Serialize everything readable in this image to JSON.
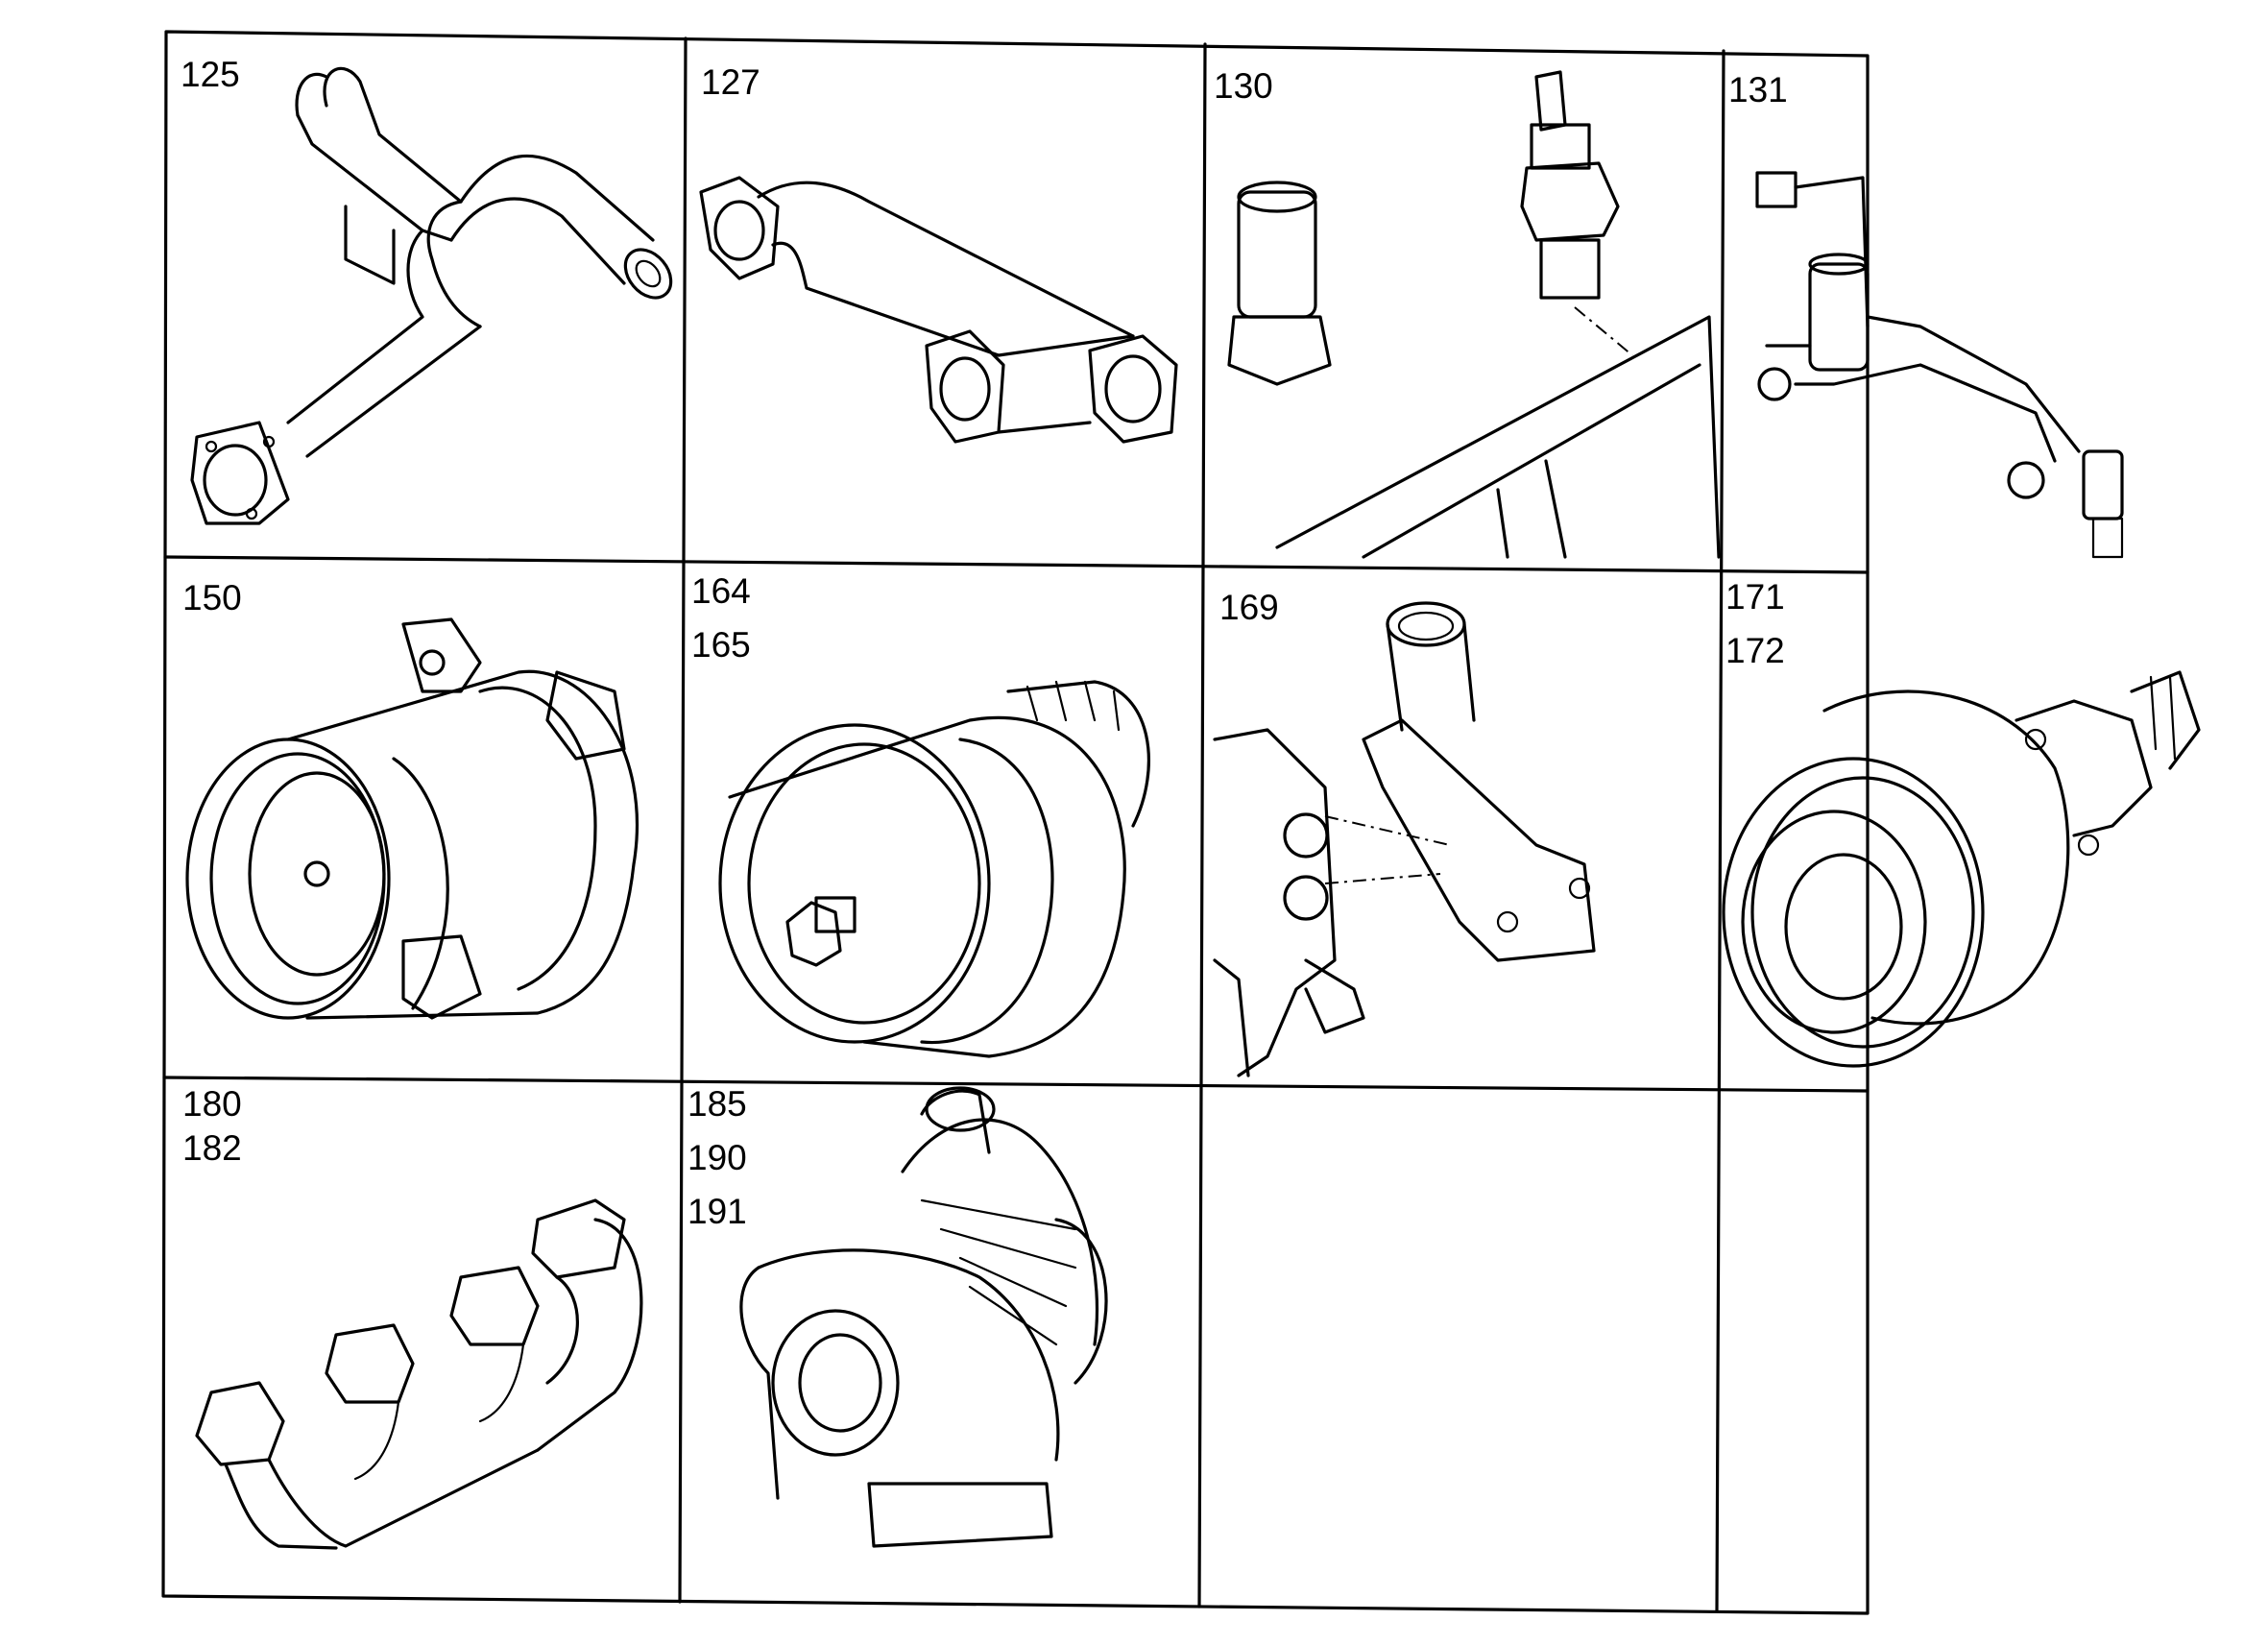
{
  "grid": {
    "cells": [
      {
        "id": "c125",
        "numbers": [
          "125"
        ],
        "part": "exhaust-pipe"
      },
      {
        "id": "c127",
        "numbers": [
          "127"
        ],
        "part": "exhaust-connection-pipe"
      },
      {
        "id": "c130",
        "numbers": [
          "130"
        ],
        "part": "glow-plug-sensor"
      },
      {
        "id": "c131",
        "numbers": [
          "131"
        ],
        "part": "sensor-wiring"
      },
      {
        "id": "c150",
        "numbers": [
          "150"
        ],
        "part": "ac-compressor"
      },
      {
        "id": "c164",
        "numbers": [
          "164",
          "165"
        ],
        "part": "water-pump-pulley"
      },
      {
        "id": "c169",
        "numbers": [
          "169"
        ],
        "part": "thermostat-housing"
      },
      {
        "id": "c171",
        "numbers": [
          "171",
          "172"
        ],
        "part": "water-pump"
      },
      {
        "id": "c180",
        "numbers": [
          "180",
          "182"
        ],
        "part": "exhaust-manifold"
      },
      {
        "id": "c185",
        "numbers": [
          "185",
          "190",
          "191"
        ],
        "part": "turbocharger"
      },
      {
        "id": "c_empty1",
        "numbers": [],
        "part": ""
      },
      {
        "id": "c_empty2",
        "numbers": [],
        "part": ""
      }
    ]
  }
}
